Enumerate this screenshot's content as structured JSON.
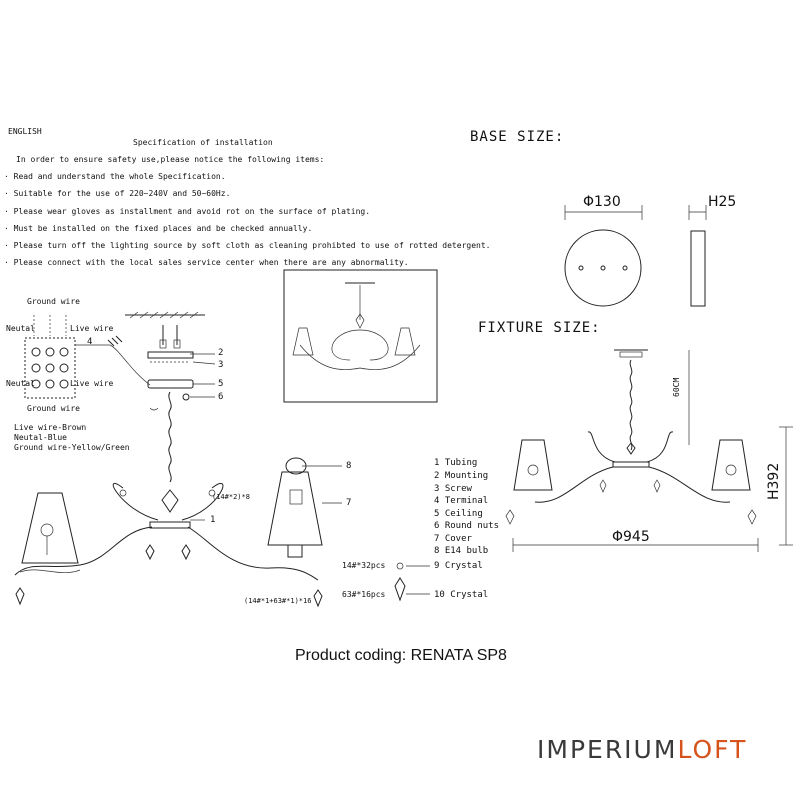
{
  "header": {
    "language": "ENGLISH",
    "title": "Specification of installation"
  },
  "intro": "In order to ensure safety use,please notice the following items:",
  "bullets": [
    "Read and understand the whole Specification.",
    "Suitable for the use of 220~240V and 50~60Hz.",
    "Please wear gloves as installment and avoid rot on the surface of plating.",
    "Must be installed on the fixed places and be checked annually.",
    "Please turn off the lighting source by soft cloth as cleaning prohibted to use of rotted detergent.",
    "Please connect with the local sales service center when there are any abnormality."
  ],
  "wiring": {
    "ground_top": "Ground wire",
    "neutral_top": "Neutal",
    "live_top": "Live wire",
    "neutral_bottom": "Neutal",
    "live_bottom": "Live wire",
    "ground_bottom": "Ground wire",
    "legend": [
      "Live wire-Brown",
      "Neutal-Blue",
      "Ground wire-Yellow/Green"
    ]
  },
  "callouts": {
    "n1": "1",
    "n2": "2",
    "n3": "3",
    "n4": "4",
    "n5": "5",
    "n6": "6",
    "n7": "7",
    "n8": "8",
    "crystal_small": "(14#*2)*8",
    "crystal_chain": "(14#*1+63#*1)*16"
  },
  "parts": [
    "1 Tubing",
    "2 Mounting",
    "3 Screw",
    "4 Terminal",
    "5 Ceiling",
    "6 Round nuts",
    "7 Cover",
    "8 E14 bulb"
  ],
  "crystals": [
    {
      "qty": "14#*32pcs",
      "label": "9 Crystal"
    },
    {
      "qty": "63#*16pcs",
      "label": "10 Crystal"
    }
  ],
  "base": {
    "title": "BASE SIZE:",
    "diameter": "Φ130",
    "height": "H25"
  },
  "fixture": {
    "title": "FIXTURE SIZE:",
    "chain": "60CM",
    "height": "H392",
    "width": "Φ945"
  },
  "product": "Product coding: RENATA SP8",
  "brand": {
    "part1": "IMPERIUM",
    "part2": "LOFT"
  }
}
